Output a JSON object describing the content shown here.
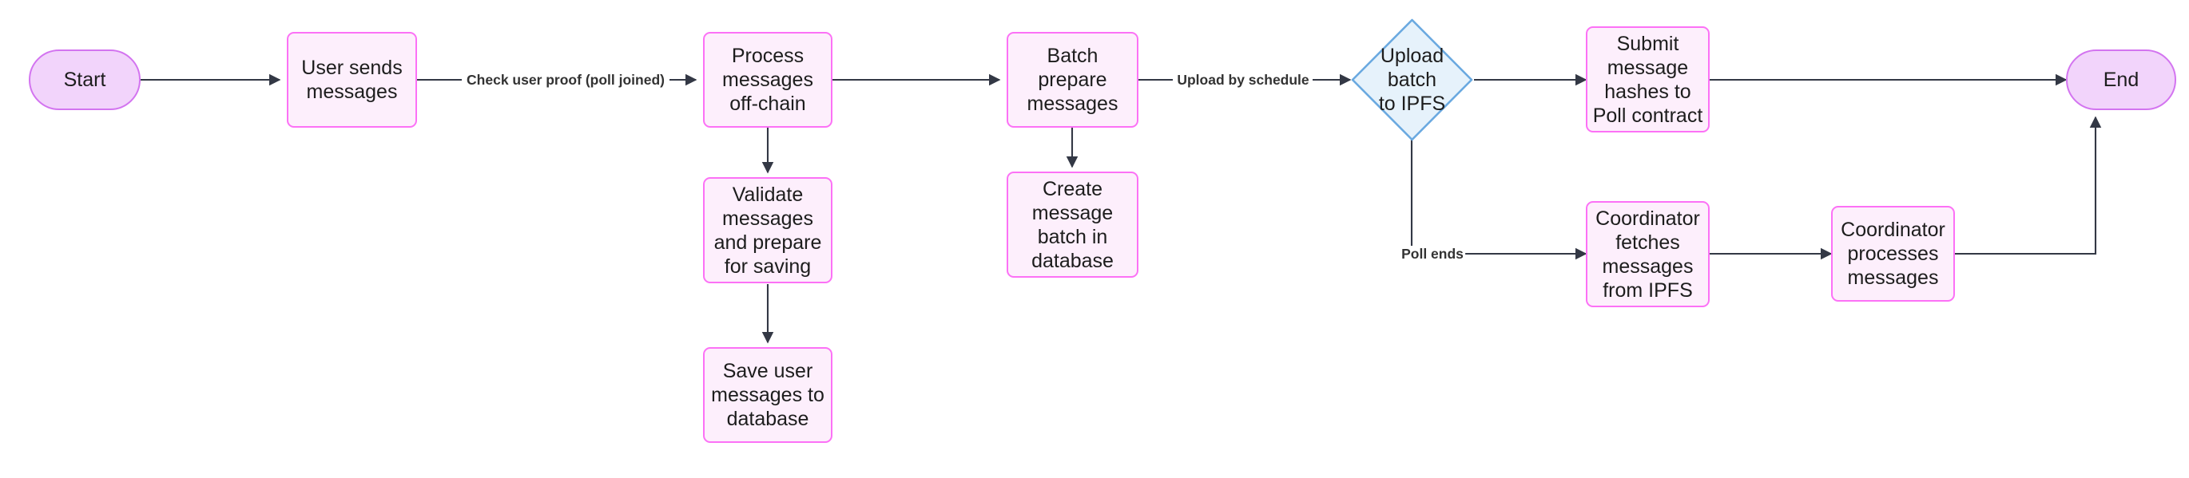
{
  "diagram": {
    "type": "flowchart",
    "orientation": "left-to-right",
    "background_color": "#ffffff",
    "palette": {
      "process_fill": "#fdeffc",
      "process_stroke": "#fc71f6",
      "terminal_fill": "#f2d4fb",
      "terminal_stroke": "#d374f0",
      "decision_fill": "#e6f2fb",
      "decision_stroke": "#6aa9e0",
      "edge_stroke": "#333845",
      "text_color": "#1d1d1d"
    },
    "nodes": [
      {
        "id": "start",
        "shape": "stadium",
        "label": "Start"
      },
      {
        "id": "user_sends",
        "shape": "rectangle",
        "label": "User sends\nmessages"
      },
      {
        "id": "process_off",
        "shape": "rectangle",
        "label": "Process\nmessages\noff-chain"
      },
      {
        "id": "validate",
        "shape": "rectangle",
        "label": "Validate\nmessages\nand prepare\nfor saving"
      },
      {
        "id": "save_user",
        "shape": "rectangle",
        "label": "Save user\nmessages to\ndatabase"
      },
      {
        "id": "batch_prepare",
        "shape": "rectangle",
        "label": "Batch\nprepare\nmessages"
      },
      {
        "id": "create_batch",
        "shape": "rectangle",
        "label": "Create\nmessage\nbatch in\ndatabase"
      },
      {
        "id": "upload_ipfs",
        "shape": "diamond",
        "label": "Upload batch\nto IPFS"
      },
      {
        "id": "submit_hashes",
        "shape": "rectangle",
        "label": "Submit\nmessage\nhashes to\nPoll contract"
      },
      {
        "id": "coord_fetches",
        "shape": "rectangle",
        "label": "Coordinator\nfetches\nmessages\nfrom IPFS"
      },
      {
        "id": "coord_processes",
        "shape": "rectangle",
        "label": "Coordinator\nprocesses\nmessages"
      },
      {
        "id": "end",
        "shape": "stadium",
        "label": "End"
      }
    ],
    "edges": [
      {
        "from": "start",
        "to": "user_sends",
        "label": ""
      },
      {
        "from": "user_sends",
        "to": "process_off",
        "label": "Check user proof (poll joined)"
      },
      {
        "from": "process_off",
        "to": "batch_prepare",
        "label": ""
      },
      {
        "from": "process_off",
        "to": "validate",
        "label": ""
      },
      {
        "from": "validate",
        "to": "save_user",
        "label": ""
      },
      {
        "from": "batch_prepare",
        "to": "upload_ipfs",
        "label": "Upload by schedule"
      },
      {
        "from": "batch_prepare",
        "to": "create_batch",
        "label": ""
      },
      {
        "from": "upload_ipfs",
        "to": "submit_hashes",
        "label": ""
      },
      {
        "from": "upload_ipfs",
        "to": "coord_fetches",
        "label": "Poll ends"
      },
      {
        "from": "submit_hashes",
        "to": "end",
        "label": ""
      },
      {
        "from": "coord_fetches",
        "to": "coord_processes",
        "label": ""
      },
      {
        "from": "coord_processes",
        "to": "end",
        "label": ""
      }
    ],
    "edge_labels": {
      "check_user_proof": "Check user proof (poll joined)",
      "upload_by_schedule": "Upload by schedule",
      "poll_ends": "Poll ends"
    }
  }
}
